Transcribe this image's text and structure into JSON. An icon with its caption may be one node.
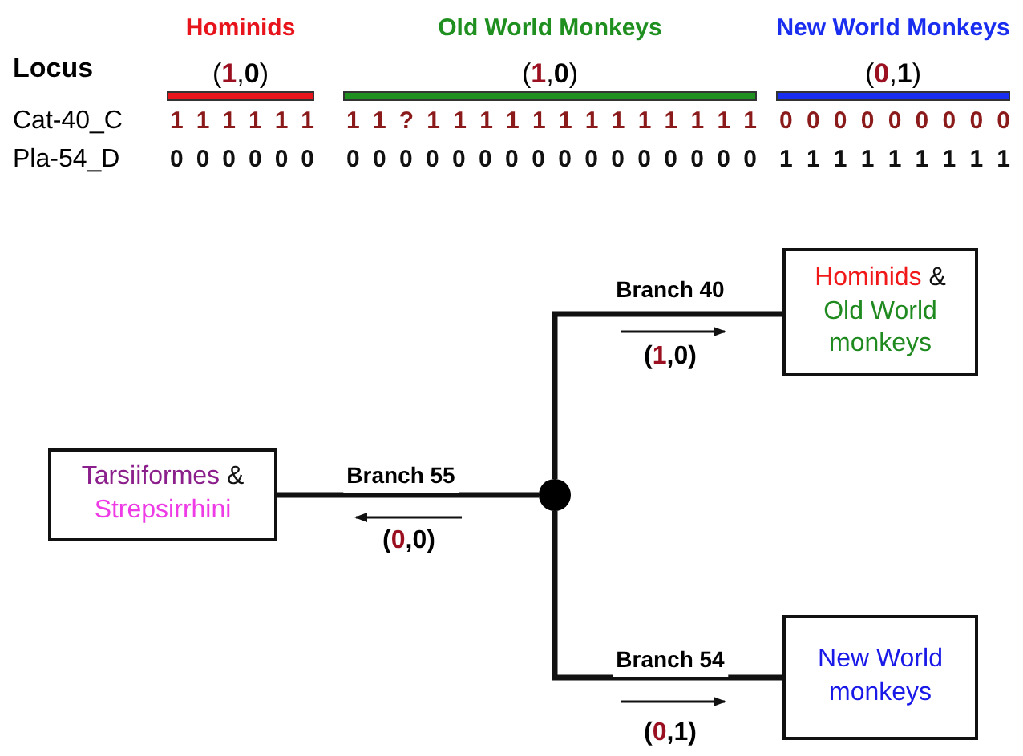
{
  "diagram": {
    "nodes": [
      {
        "text": [
          "Tarsiiformes",
          "&",
          "Strepsirrhini"
        ]
      },
      {
        "text": [],
        "shape": "circle"
      },
      {
        "text": [
          "Hominids",
          "&",
          "Old World monkeys"
        ]
      },
      {
        "text": [
          "New World monkeys"
        ]
      }
    ],
    "edges": [
      {
        "from": 1,
        "to": 0,
        "arrow": "none",
        "label": "Branch 55"
      },
      {
        "from": 1,
        "to": 2,
        "arrow": "none",
        "label": "Branch 40"
      },
      {
        "from": 1,
        "to": 3,
        "arrow": "none",
        "label": "Branch 54"
      }
    ],
    "labels": [
      "Hominids",
      "Old World Monkeys",
      "New World Monkeys",
      "Locus",
      "(1,0)",
      "(1,0)",
      "(0,1)",
      "Cat-40_C",
      "1 1 1 1 1 1",
      "1 1 ? 1 1 1 1 1 1 1 1 1 1 1 1 1",
      "0 0 0 0 0 0 0 0 0",
      "Pla-54_D",
      "0 0 0 0 0 0",
      "0 0 0 0 0 0 0 0 0 0 0 0 0 0 0 0",
      "1 1 1 1 1 1 1 1 1",
      "(1,0)",
      "(0,0)",
      "(0,1)"
    ]
  }
}
